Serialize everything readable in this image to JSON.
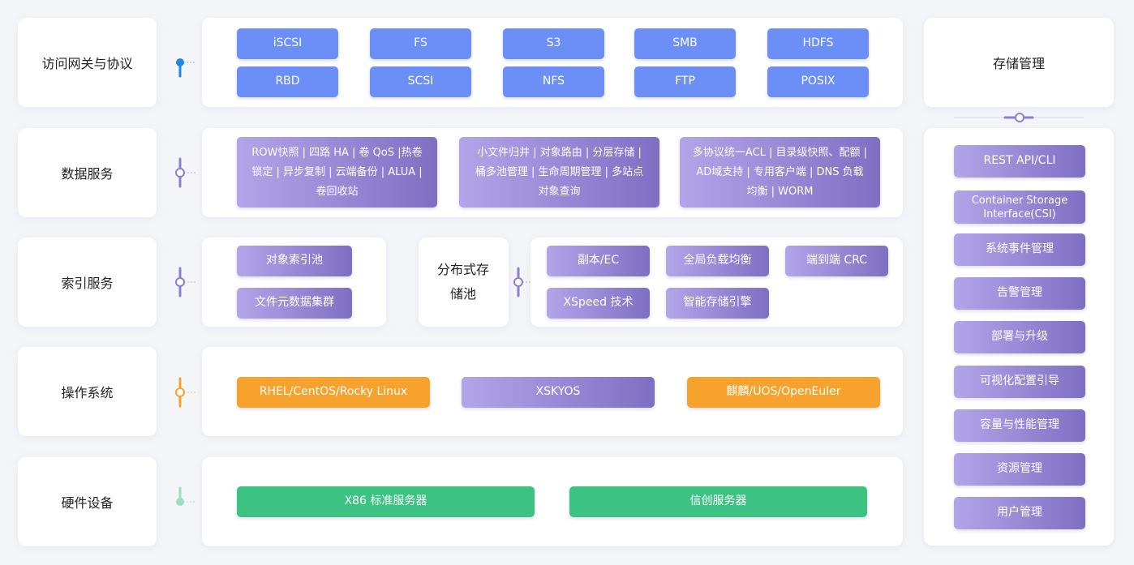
{
  "layers": [
    {
      "label": "访问网关与协议",
      "color": "#1e88e5"
    },
    {
      "label": "数据服务",
      "color": "#8a7fd2"
    },
    {
      "label": "索引服务",
      "color": "#8a7fd2"
    },
    {
      "label": "操作系统",
      "color": "#f8a22e"
    },
    {
      "label": "硬件设备",
      "color": "#9adfc0"
    }
  ],
  "protocols": [
    "iSCSI",
    "FS",
    "S3",
    "SMB",
    "HDFS",
    "RBD",
    "SCSI",
    "NFS",
    "FTP",
    "POSIX"
  ],
  "data_services": [
    "ROW快照 | 四路 HA | 卷 QoS |热卷锁定 | 异步复制 | 云端备份 | ALUA | 卷回收站",
    "小文件归并 | 对象路由 | 分层存储 | 桶多池管理 | 生命周期管理 | 多站点对象查询",
    "多协议统一ACL | 目录级快照、配额 | AD域支持 | 专用客户端 | DNS 负载均衡 | WORM"
  ],
  "index_services": [
    "对象索引池",
    "文件元数据集群"
  ],
  "storage_pool": {
    "title": "分布式存储池",
    "items": [
      "副本/EC",
      "全局负载均衡",
      "端到端 CRC",
      "XSpeed 技术",
      "智能存储引擎"
    ]
  },
  "os": [
    "RHEL/CentOS/Rocky Linux",
    "XSKYOS",
    "麒麟/UOS/OpenEuler"
  ],
  "hardware": [
    "X86 标准服务器",
    "信创服务器"
  ],
  "management": {
    "title": "存储管理",
    "items": [
      "REST API/CLI",
      "Container Storage Interface(CSI)",
      "系统事件管理",
      "告警管理",
      "部署与升级",
      "可视化配置引导",
      "容量与性能管理",
      "资源管理",
      "用户管理"
    ]
  }
}
